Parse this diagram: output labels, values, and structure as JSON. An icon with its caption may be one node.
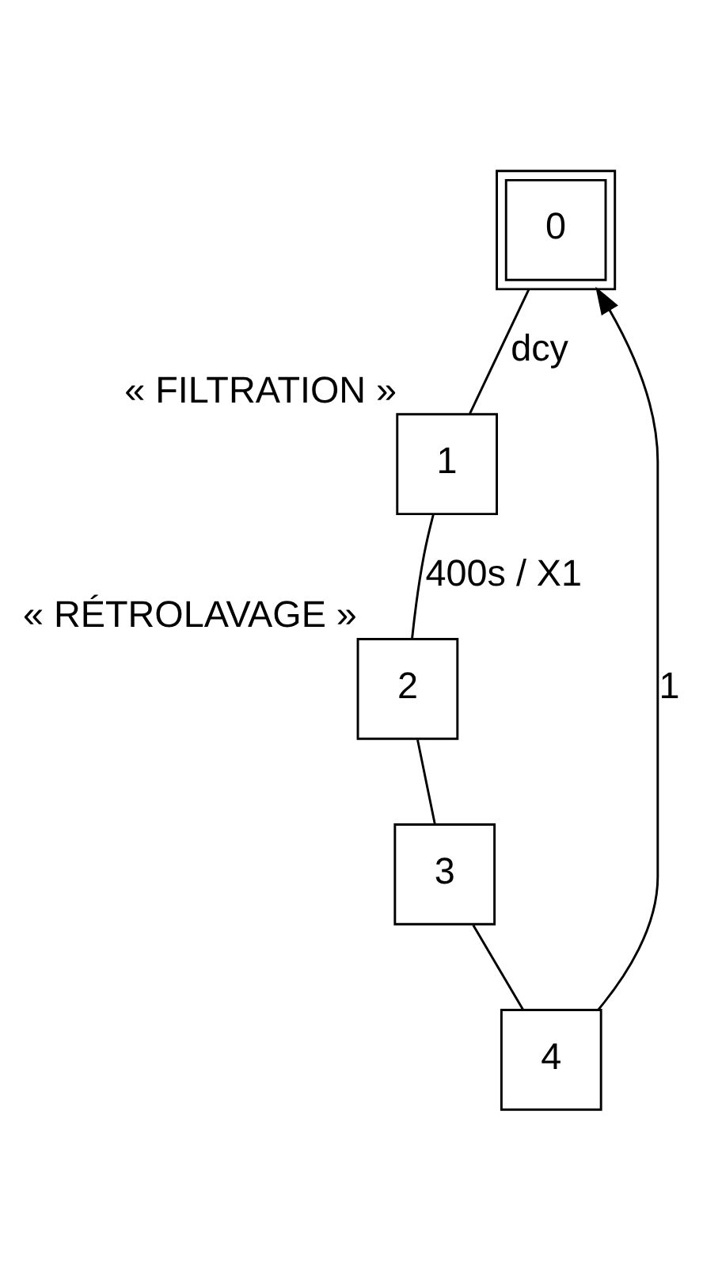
{
  "diagram": {
    "nodes": [
      {
        "text": [
          "0"
        ]
      },
      {
        "text": [
          "1"
        ],
        "beside": [
          "« FILTRATION »"
        ]
      },
      {
        "text": [
          "2"
        ],
        "beside": [
          "« RÉTROLAVAGE »"
        ]
      },
      {
        "text": [
          "3"
        ]
      },
      {
        "text": [
          "4"
        ]
      }
    ],
    "edges": [
      {
        "from": 0,
        "to": 1,
        "arrow": "none",
        "label": "dcy"
      },
      {
        "from": 1,
        "to": 2,
        "arrow": "none",
        "label": "400s / X1"
      },
      {
        "from": 2,
        "to": 3,
        "arrow": "none"
      },
      {
        "from": 3,
        "to": 4,
        "arrow": "none"
      },
      {
        "from": 4,
        "to": 0,
        "arrow": "to",
        "label": "1"
      }
    ]
  }
}
